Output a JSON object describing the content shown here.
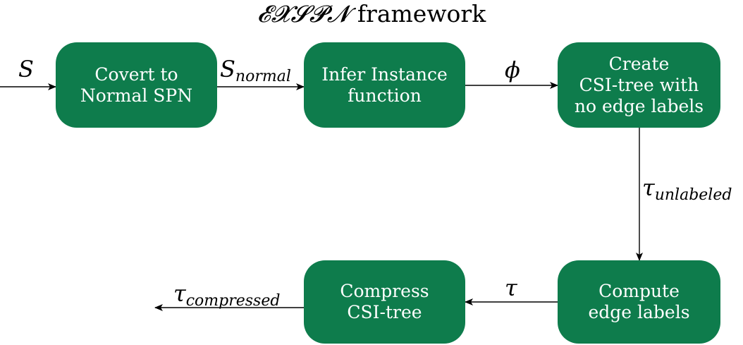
{
  "title": {
    "math": "𝓔𝓧𝓢𝓟𝓝",
    "word": "framework"
  },
  "nodes": {
    "normalize": "Covert to\nNormal SPN",
    "infer": "Infer Instance\nfunction",
    "create_tree": "Create\nCSI-tree with\nno edge labels",
    "edge_labels": "Compute\nedge labels",
    "compress": "Compress\nCSI-tree"
  },
  "edges": {
    "input": {
      "main": "S",
      "sub": ""
    },
    "normal": {
      "main": "S",
      "sub": "normal"
    },
    "instance": {
      "main": "ϕ",
      "sub": ""
    },
    "unlabeled": {
      "main": "τ",
      "sub": "unlabeled"
    },
    "tree": {
      "main": "τ",
      "sub": ""
    },
    "compressed": {
      "main": "τ",
      "sub": "compressed"
    }
  },
  "colors": {
    "node_fill": "#0e7c4c",
    "node_text": "#ffffff",
    "arrow": "#000000"
  }
}
